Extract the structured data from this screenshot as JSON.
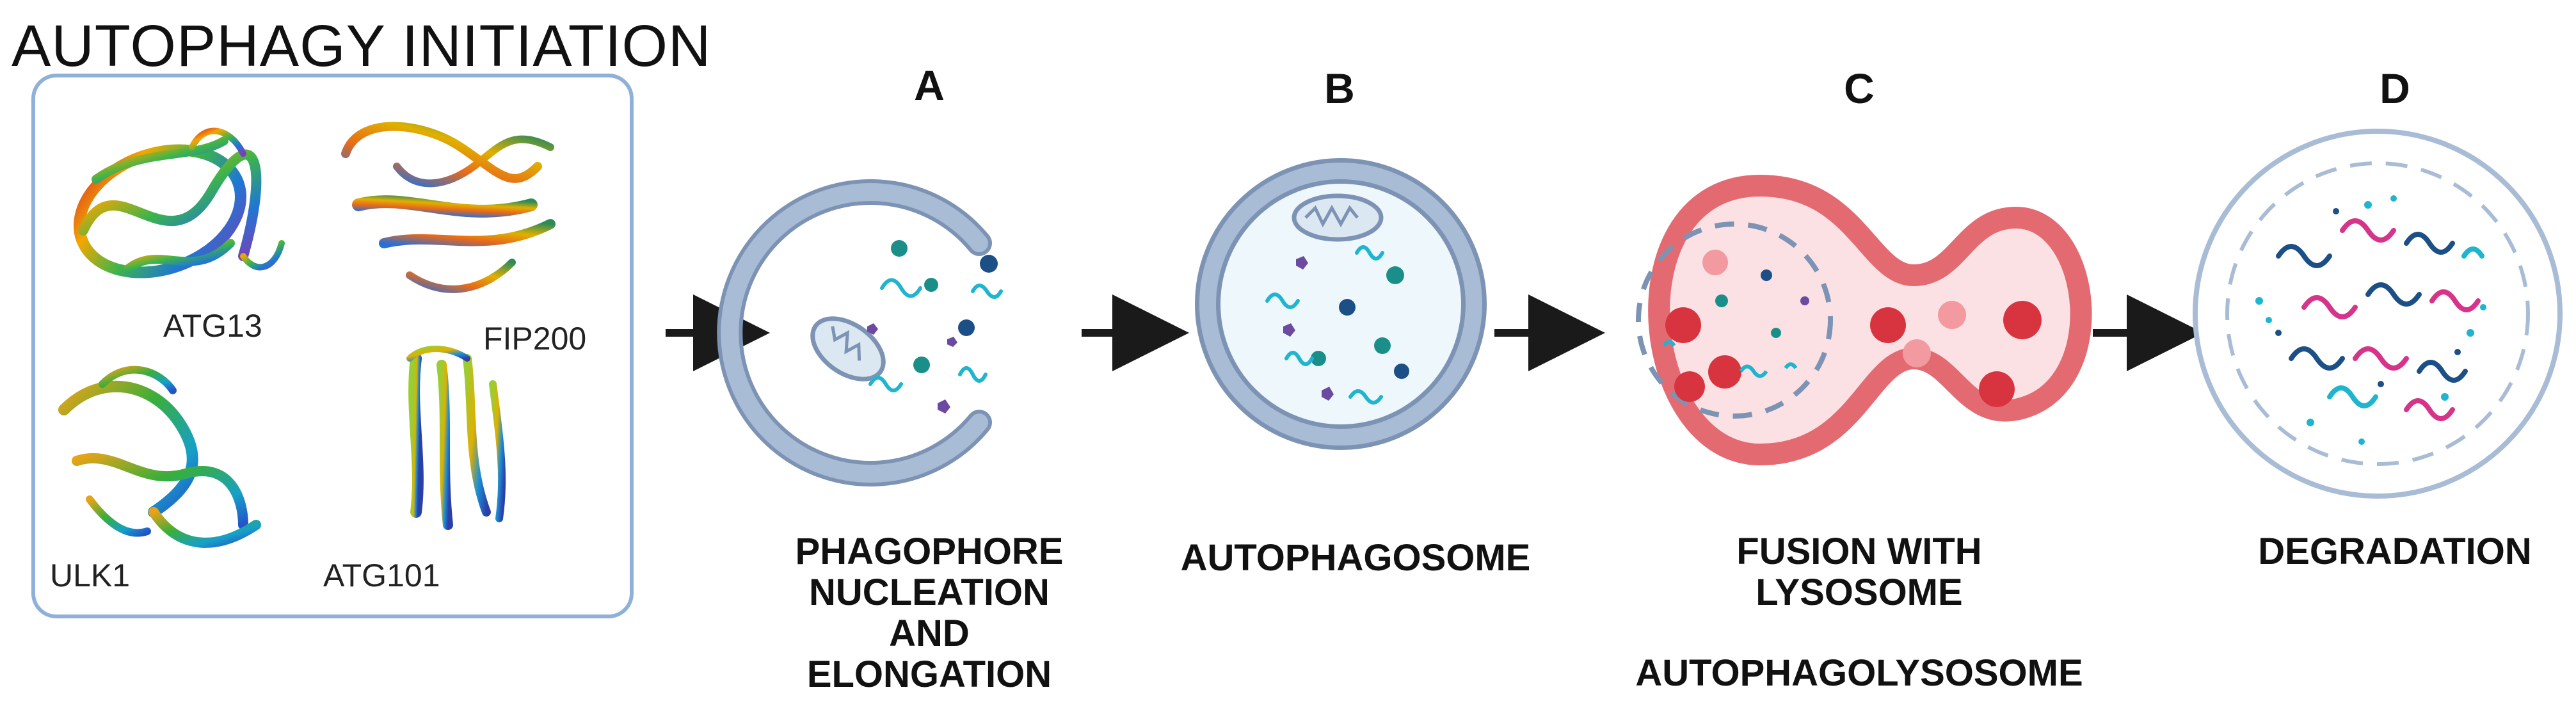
{
  "title": "AUTOPHAGY INITIATION",
  "proteins": [
    {
      "name": "ATG13"
    },
    {
      "name": "FIP200"
    },
    {
      "name": "ULK1"
    },
    {
      "name": "ATG101"
    }
  ],
  "stages": [
    {
      "letter": "A",
      "label_lines": [
        "PHAGOPHORE",
        "NUCLEATION",
        "AND",
        "ELONGATION"
      ]
    },
    {
      "letter": "B",
      "label_lines": [
        "AUTOPHAGOSOME"
      ]
    },
    {
      "letter": "C",
      "label_lines": [
        "FUSION WITH",
        "LYSOSOME"
      ],
      "sublabel": "AUTOPHAGOLYSOSOME"
    },
    {
      "letter": "D",
      "label_lines": [
        "DEGRADATION"
      ]
    }
  ],
  "colors": {
    "membrane": "#a9bcd6",
    "membrane_dark": "#7d93b4",
    "lumen": "#eef7fb",
    "lysosome": "#e46a72",
    "lysosome_light": "#f6c6c9",
    "enzyme": "#d7343f",
    "cyan": "#1fb5cf",
    "teal": "#1a8f8a",
    "navy": "#1c4f86",
    "purple": "#6b4aa0",
    "magenta": "#d6338a",
    "arrow": "#1a1a1a",
    "panel_border": "#8fb0d8"
  }
}
